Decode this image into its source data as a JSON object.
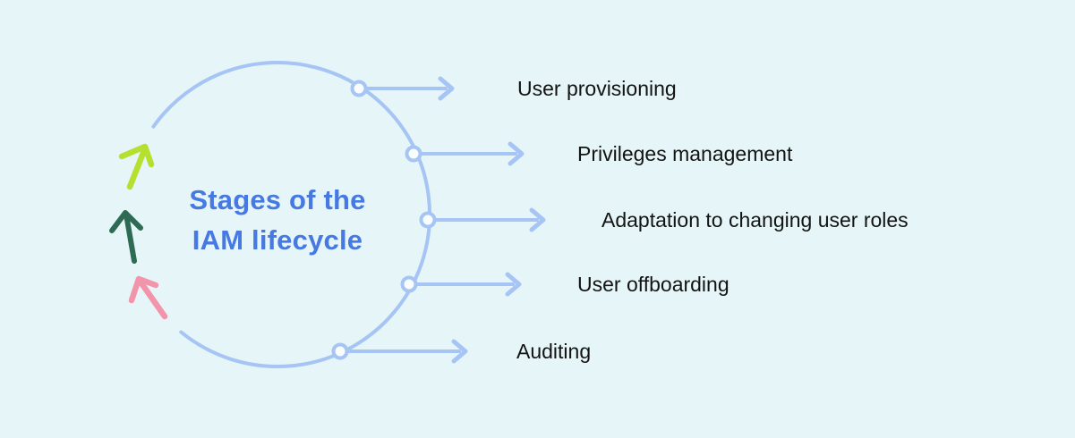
{
  "diagram": {
    "title": {
      "line1": "Stages of the",
      "line2": "IAM lifecycle"
    },
    "stages": [
      {
        "label": "User provisioning"
      },
      {
        "label": "Privileges management"
      },
      {
        "label": "Adaptation to changing user roles"
      },
      {
        "label": "User offboarding"
      },
      {
        "label": "Auditing"
      }
    ],
    "cycle_arrows": [
      {
        "name": "lime-up-arrow",
        "color": "#b5e02f"
      },
      {
        "name": "dark-green-up-arrow",
        "color": "#2e6b55"
      },
      {
        "name": "pink-up-left-arrow",
        "color": "#f295ab"
      }
    ]
  },
  "colors": {
    "background": "#e6f6f8",
    "line-blue": "#a6c4f4",
    "title-blue": "#4679e2",
    "label-text": "#131313",
    "node-fill": "#fafdfe",
    "arrow-lime": "#b5e02f",
    "arrow-green": "#2e6b55",
    "arrow-pink": "#f295ab"
  }
}
